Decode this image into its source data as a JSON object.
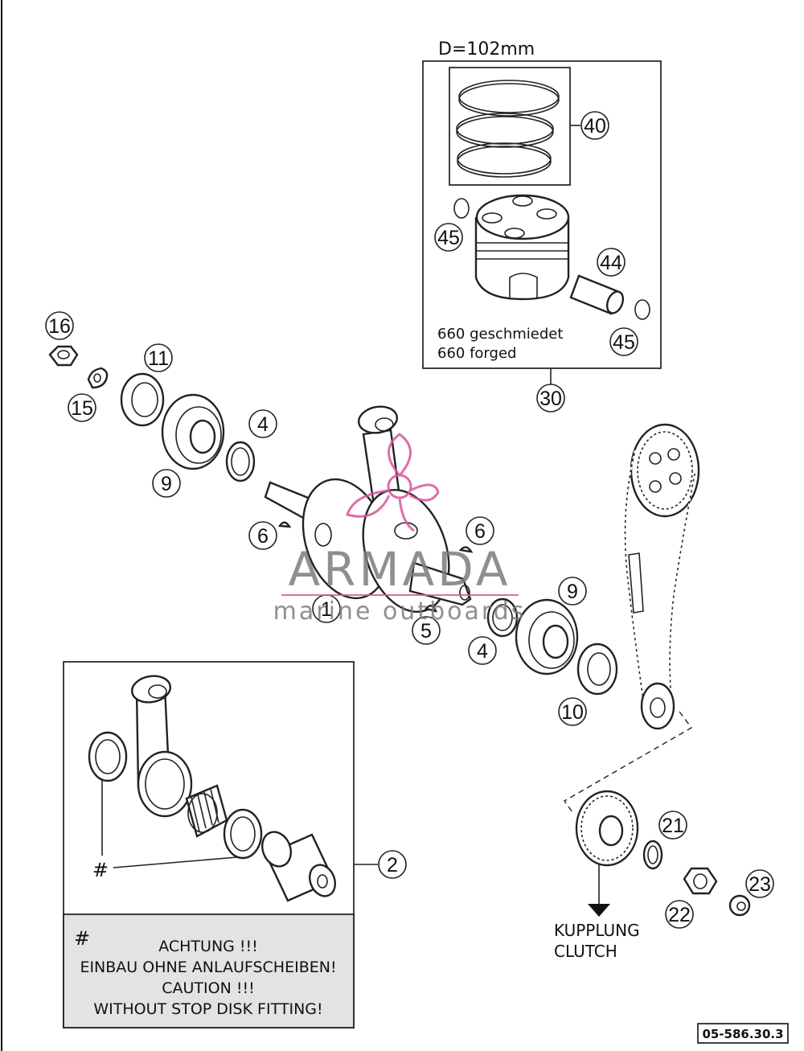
{
  "piston_kit": {
    "diameter_label": "D=102mm",
    "note_line1": "660 geschmiedet",
    "note_line2": "660 forged"
  },
  "callouts": {
    "c40": "40",
    "c45a": "45",
    "c44": "44",
    "c45b": "45",
    "c30": "30",
    "c16": "16",
    "c11": "11",
    "c15": "15",
    "c9a": "9",
    "c4a": "4",
    "c6a": "6",
    "c6b": "6",
    "c1": "1",
    "c5": "5",
    "c9b": "9",
    "c4b": "4",
    "c10": "10",
    "c2": "2",
    "c21": "21",
    "c22": "22",
    "c23": "23"
  },
  "conrod_kit": {
    "hash_marker": "#",
    "caution_hash": "#",
    "caution_lines": [
      "ACHTUNG !!!",
      "EINBAU OHNE ANLAUFSCHEIBEN!",
      "CAUTION !!!",
      "WITHOUT STOP DISK FITTING!"
    ]
  },
  "clutch_label": {
    "line1": "KUPPLUNG",
    "line2": "CLUTCH"
  },
  "drawing_number": "05-586.30.3",
  "watermark": {
    "brand": "ARMADA",
    "tagline": "marine outboards",
    "color": "#d9559a"
  }
}
